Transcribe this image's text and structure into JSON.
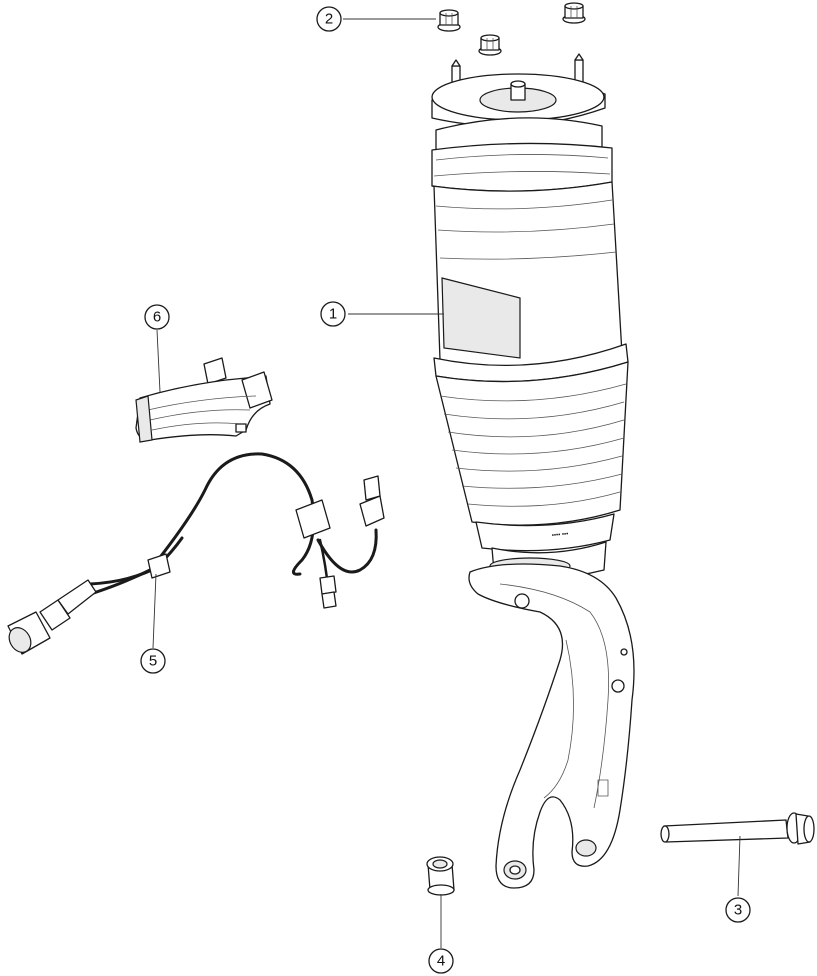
{
  "callouts": [
    {
      "id": "1",
      "label": "1"
    },
    {
      "id": "2",
      "label": "2"
    },
    {
      "id": "3",
      "label": "3"
    },
    {
      "id": "4",
      "label": "4"
    },
    {
      "id": "5",
      "label": "5"
    },
    {
      "id": "6",
      "label": "6"
    }
  ],
  "colors": {
    "line": "#1a1a1a",
    "shade": "#e9e9e9",
    "background": "#ffffff"
  }
}
